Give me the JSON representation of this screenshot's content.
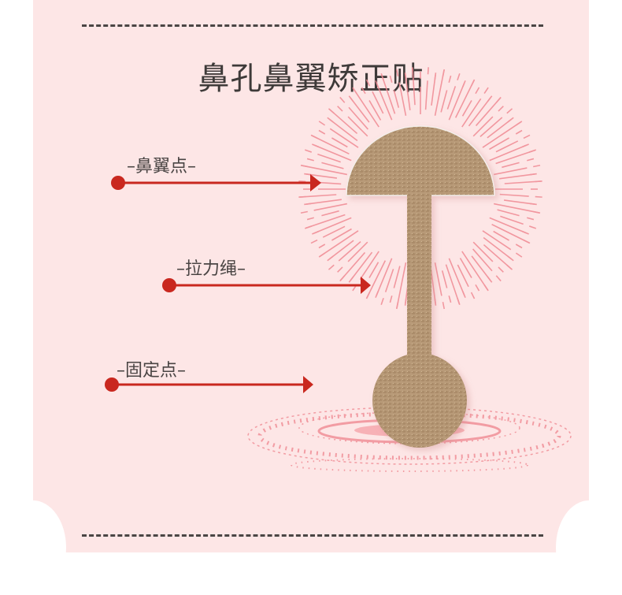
{
  "title": "鼻孔鼻翼矫正贴",
  "colors": {
    "background": "#fde6e6",
    "page": "#ffffff",
    "title_text": "#3e3a39",
    "label_text": "#4a4544",
    "arrow": "#c9281f",
    "rays": "#f08a93",
    "patch": "#b89a78",
    "dash": "#4a4544"
  },
  "callouts": [
    {
      "label": "–鼻翼点–",
      "part": "nasal-wing-point"
    },
    {
      "label": "–拉力绳–",
      "part": "tension-strap"
    },
    {
      "label": "–固定点–",
      "part": "anchor-point"
    }
  ]
}
